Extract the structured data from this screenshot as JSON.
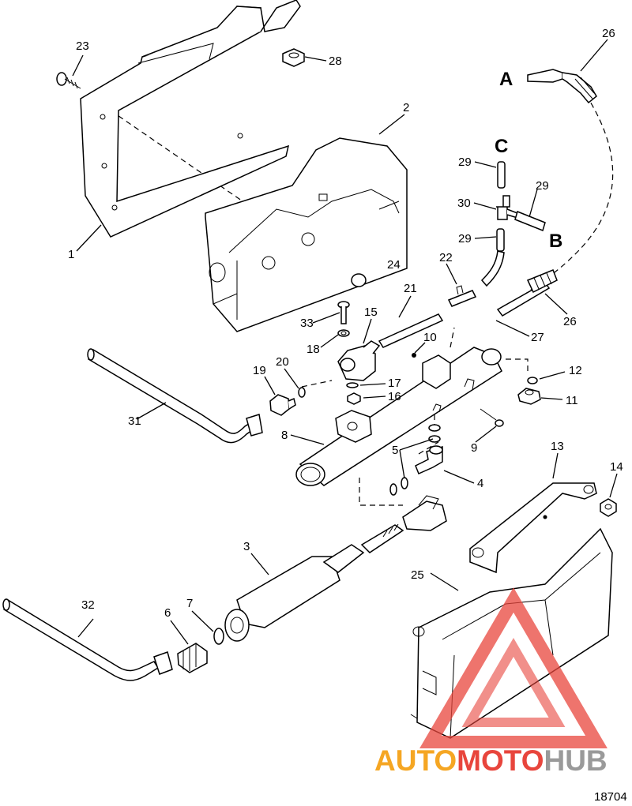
{
  "diagram": {
    "figure_number": "18704",
    "callouts": [
      "1",
      "2",
      "3",
      "4",
      "5",
      "5",
      "6",
      "7",
      "8",
      "9",
      "10",
      "11",
      "12",
      "13",
      "14",
      "15",
      "16",
      "17",
      "18",
      "19",
      "20",
      "21",
      "22",
      "23",
      "24",
      "25",
      "26",
      "26",
      "27",
      "28",
      "29",
      "29",
      "29",
      "30",
      "31",
      "32",
      "33"
    ],
    "connection_letters": [
      "A",
      "B",
      "C"
    ]
  },
  "watermark": {
    "part1": "AUTO",
    "part2": "MOTO",
    "part3": "HUB",
    "colors": {
      "orange": "#f5a623",
      "red": "#e8453c",
      "gray": "#9a9a9a"
    }
  }
}
